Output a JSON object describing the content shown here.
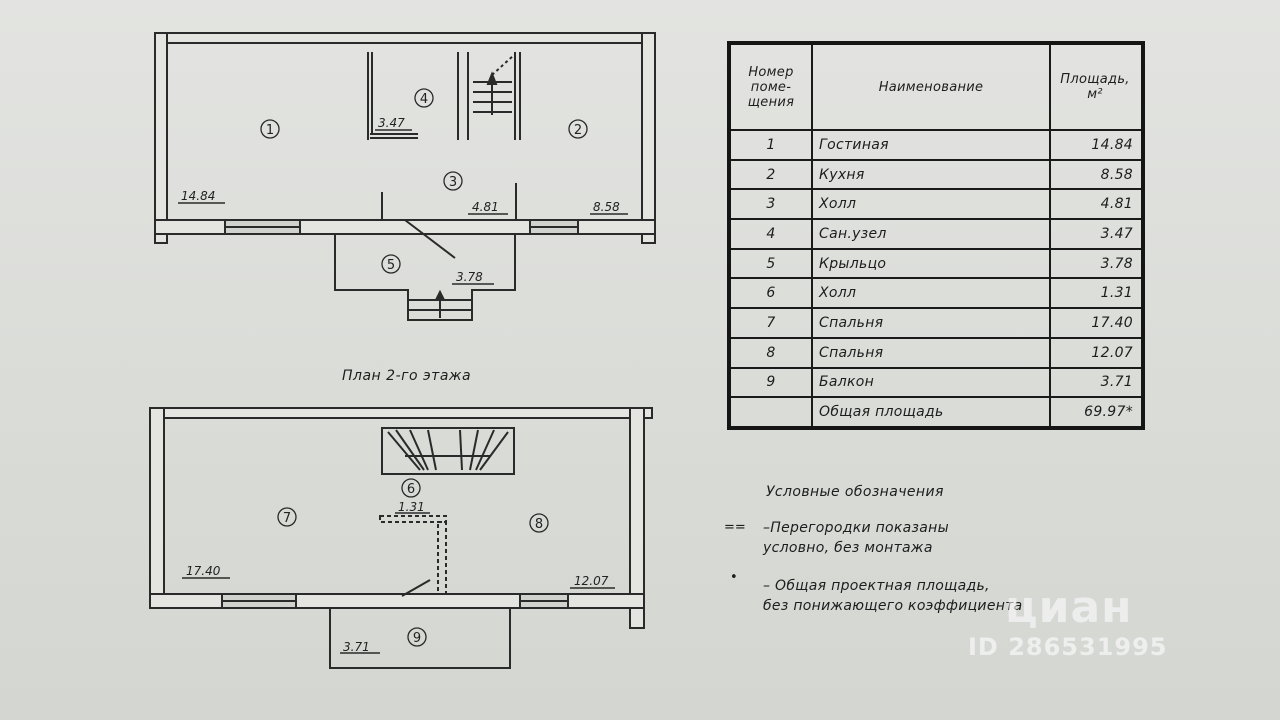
{
  "floor1": {
    "rooms": [
      {
        "num": "1",
        "area": "14.84"
      },
      {
        "num": "2",
        "area": "8.58"
      },
      {
        "num": "3",
        "area": "4.81"
      },
      {
        "num": "4",
        "area": "3.47"
      },
      {
        "num": "5",
        "area": "3.78"
      }
    ]
  },
  "floor2_caption": "План 2-го этажа",
  "floor2": {
    "rooms": [
      {
        "num": "6",
        "area": "1.31"
      },
      {
        "num": "7",
        "area": "17.40"
      },
      {
        "num": "8",
        "area": "12.07"
      },
      {
        "num": "9",
        "area": "3.71"
      }
    ]
  },
  "table": {
    "headers": {
      "number": "Номер помещения",
      "number_lines": [
        "Номер",
        "поме-",
        "щения"
      ],
      "name": "Наименование",
      "area_lines": [
        "Площадь,",
        "м²"
      ]
    },
    "rows": [
      {
        "num": "1",
        "name": "Гостиная",
        "area": "14.84"
      },
      {
        "num": "2",
        "name": "Кухня",
        "area": "8.58"
      },
      {
        "num": "3",
        "name": "Холл",
        "area": "4.81"
      },
      {
        "num": "4",
        "name": "Сан.узел",
        "area": "3.47"
      },
      {
        "num": "5",
        "name": "Крыльцо",
        "area": "3.78"
      },
      {
        "num": "6",
        "name": "Холл",
        "area": "1.31"
      },
      {
        "num": "7",
        "name": "Спальня",
        "area": "17.40"
      },
      {
        "num": "8",
        "name": "Спальня",
        "area": "12.07"
      },
      {
        "num": "9",
        "name": "Балкон",
        "area": "3.71"
      }
    ],
    "total": {
      "num": "",
      "name": "Общая площадь",
      "area": "69.97*"
    }
  },
  "legend": {
    "title": "Условные обозначения",
    "items": [
      {
        "mark": "==",
        "lines": [
          "–Перегородки показаны",
          "условно, без монтажа"
        ]
      },
      {
        "mark": "•",
        "lines": [
          "– Общая проектная площадь,",
          "без понижающего коэффициента"
        ]
      }
    ]
  },
  "watermark": {
    "logo": "циан",
    "id": "ID 286531995"
  }
}
